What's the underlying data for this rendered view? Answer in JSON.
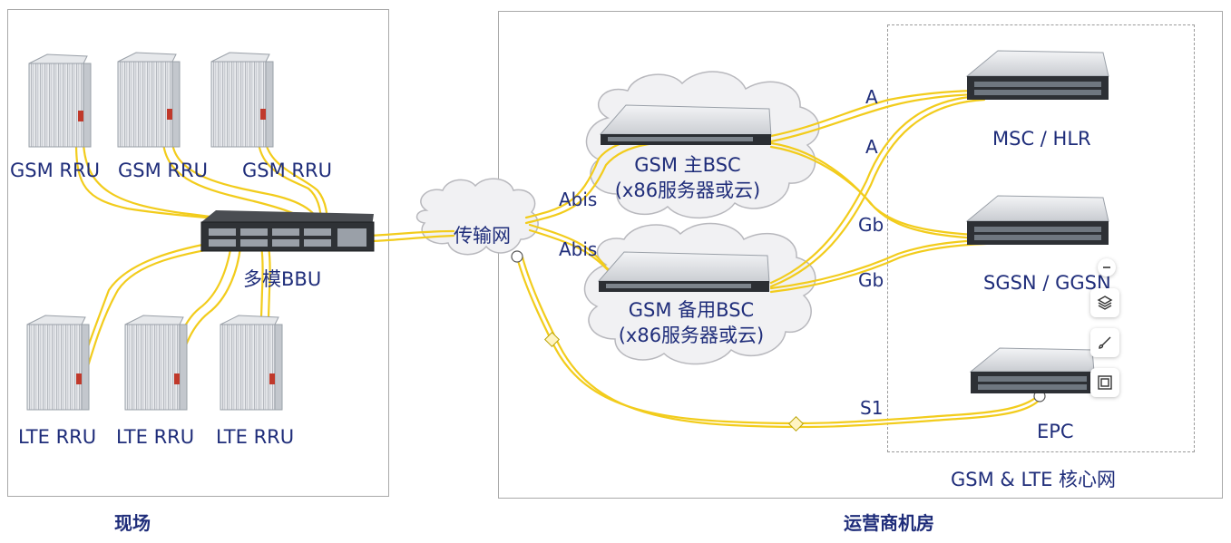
{
  "site": {
    "caption": "现场",
    "rru_top": [
      "GSM RRU",
      "GSM RRU",
      "GSM RRU"
    ],
    "rru_bottom": [
      "LTE RRU",
      "LTE RRU",
      "LTE RRU"
    ],
    "bbu_label": "多模BBU"
  },
  "operator": {
    "caption": "运营商机房",
    "transport_label": "传输网",
    "bsc_main": {
      "line1": "GSM 主BSC",
      "line2": "(x86服务器或云)"
    },
    "bsc_backup": {
      "line1": "GSM 备用BSC",
      "line2": "(x86服务器或云)"
    },
    "core_label": "GSM & LTE 核心网",
    "msc_label": "MSC / HLR",
    "sgsn_label": "SGSN / GGSN",
    "epc_label": "EPC",
    "interfaces": {
      "abis_main": "Abis",
      "abis_backup": "Abis",
      "a_main": "A",
      "a_backup": "A",
      "gb_main": "Gb",
      "gb_backup": "Gb",
      "s1": "S1"
    }
  },
  "toolbar": {
    "icons": [
      "minus-icon",
      "layers-icon",
      "brush-icon",
      "frame-icon"
    ]
  },
  "colors": {
    "label": "#1f2d7a",
    "fiber": "#f5d020",
    "panel_border": "#a9a9a9"
  }
}
